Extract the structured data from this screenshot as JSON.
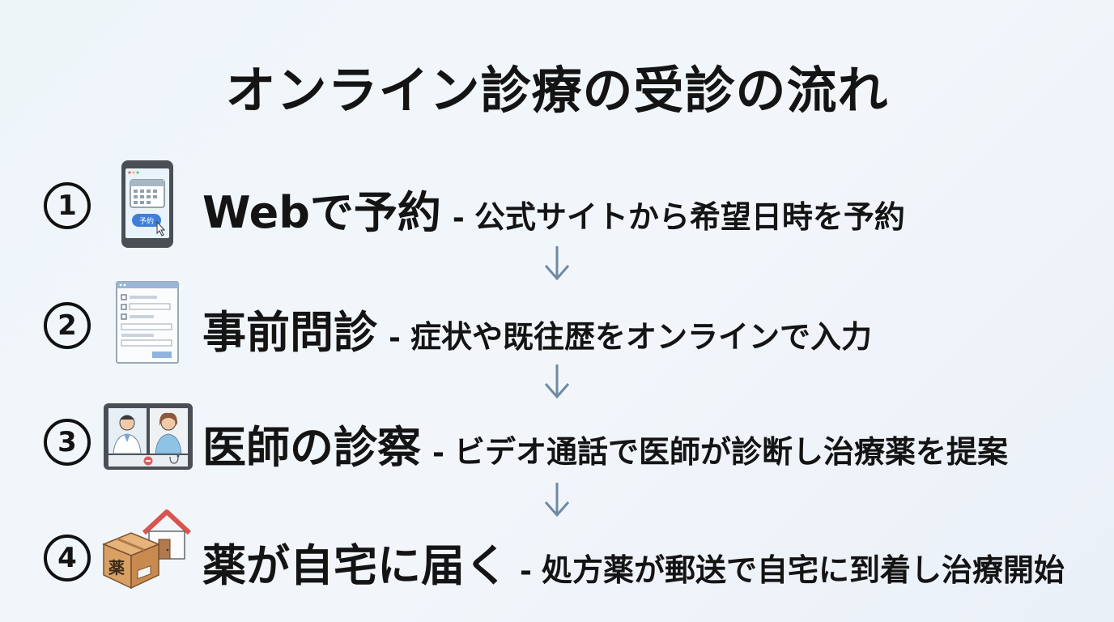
{
  "title": "オンライン診療の受診の流れ",
  "steps": [
    {
      "number": "1",
      "icon": "smartphone-calendar-icon",
      "icon_text": "予約",
      "main": "Webで予約",
      "separator": "-",
      "desc": "公式サイトから希望日時を予約"
    },
    {
      "number": "2",
      "icon": "questionnaire-form-icon",
      "main": "事前問診",
      "separator": "-",
      "desc": "症状や既往歴をオンラインで入力"
    },
    {
      "number": "3",
      "icon": "video-call-doctor-icon",
      "main": "医師の診察",
      "separator": "-",
      "desc": "ビデオ通話で医師が診断し治療薬を提案"
    },
    {
      "number": "4",
      "icon": "medicine-box-house-icon",
      "icon_text": "薬",
      "main": "薬が自宅に届く",
      "separator": "-",
      "desc": "処方薬が郵送で自宅に到着し治療開始"
    }
  ],
  "colors": {
    "arrow": "#6f8aa3",
    "text": "#141414",
    "accent_blue": "#3f7fd6"
  }
}
